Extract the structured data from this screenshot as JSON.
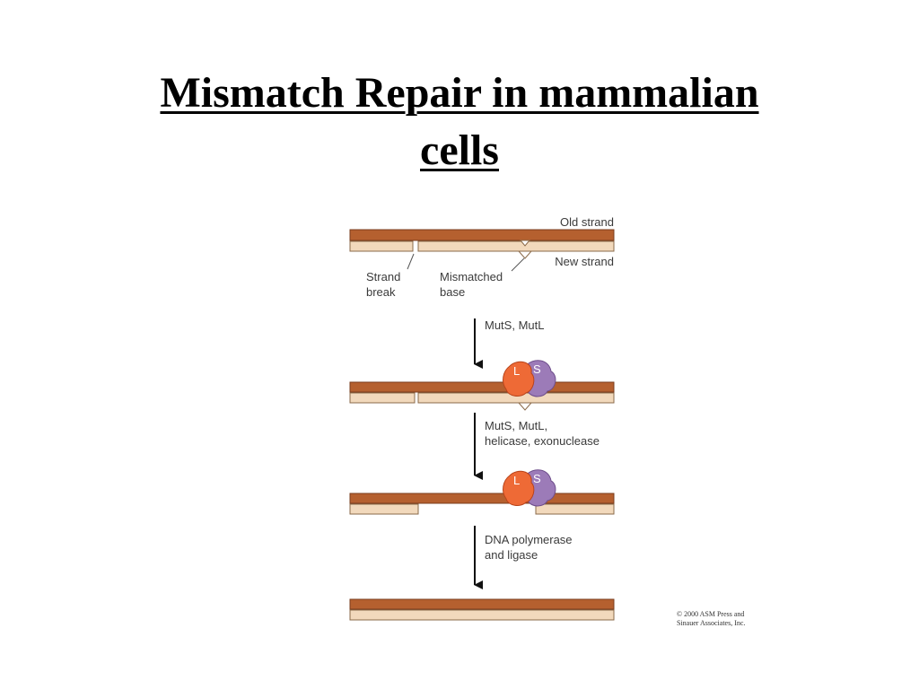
{
  "slide": {
    "title_line1": "Mismatch Repair in mammalian",
    "title_line2": "cells"
  },
  "diagram": {
    "old_strand_label": "Old strand",
    "new_strand_label": "New strand",
    "strand_break_label_line1": "Strand",
    "strand_break_label_line2": "break",
    "mismatched_base_label_line1": "Mismatched",
    "mismatched_base_label_line2": "base",
    "step1_label": "MutS, MutL",
    "step2_label_line1": "MutS, MutL,",
    "step2_label_line2": "helicase, exonuclease",
    "step3_label_line1": "DNA polymerase",
    "step3_label_line2": "and ligase",
    "mutl_label": "L",
    "muts_label": "S",
    "colors": {
      "old_strand": "#b5602f",
      "new_strand": "#f2d9bc",
      "mutl": "#ee6a36",
      "muts": "#9c7bb8"
    }
  },
  "credit": {
    "line1": "© 2000 ASM Press and",
    "line2": "Sinauer Associates, Inc."
  }
}
